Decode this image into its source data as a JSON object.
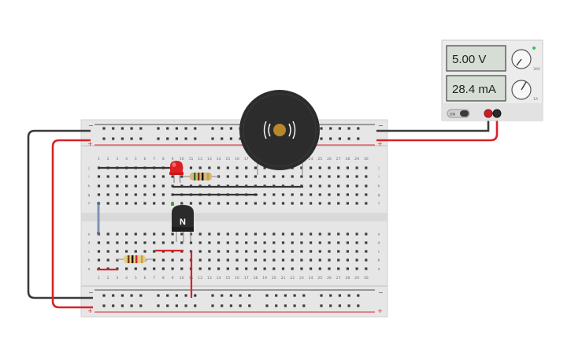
{
  "power_supply": {
    "voltage_display": "5.00 V",
    "current_display": "28.4 mA",
    "on_button_label": "ON",
    "voltage_knob_label": "30V",
    "current_knob_label": "1A"
  },
  "transistor": {
    "label": "N"
  },
  "breadboard": {
    "column_count": 30,
    "top_rows": [
      "j",
      "i",
      "h",
      "g",
      "f"
    ],
    "bottom_rows": [
      "e",
      "d",
      "c",
      "b",
      "a"
    ],
    "rail_plus_symbol": "+",
    "rail_minus_symbol": "−"
  },
  "wires": [
    {
      "name": "wire-supply-negative",
      "color": "#3b3b3b"
    },
    {
      "name": "wire-supply-positive",
      "color": "#d62328"
    }
  ],
  "components": [
    "LED (red)",
    "Resistor",
    "Resistor",
    "Piezo buzzer",
    "NPN transistor",
    "Jumper wire"
  ],
  "colors": {
    "board": "#e6e6e6",
    "rail_red": "#d62328",
    "rail_dark": "#4a4a4a",
    "wire_red": "#d62328",
    "wire_black": "#3b3b3b",
    "led_red": "#e02020",
    "buzzer_body": "#2c2c2c",
    "buzzer_center": "#b8862b"
  }
}
